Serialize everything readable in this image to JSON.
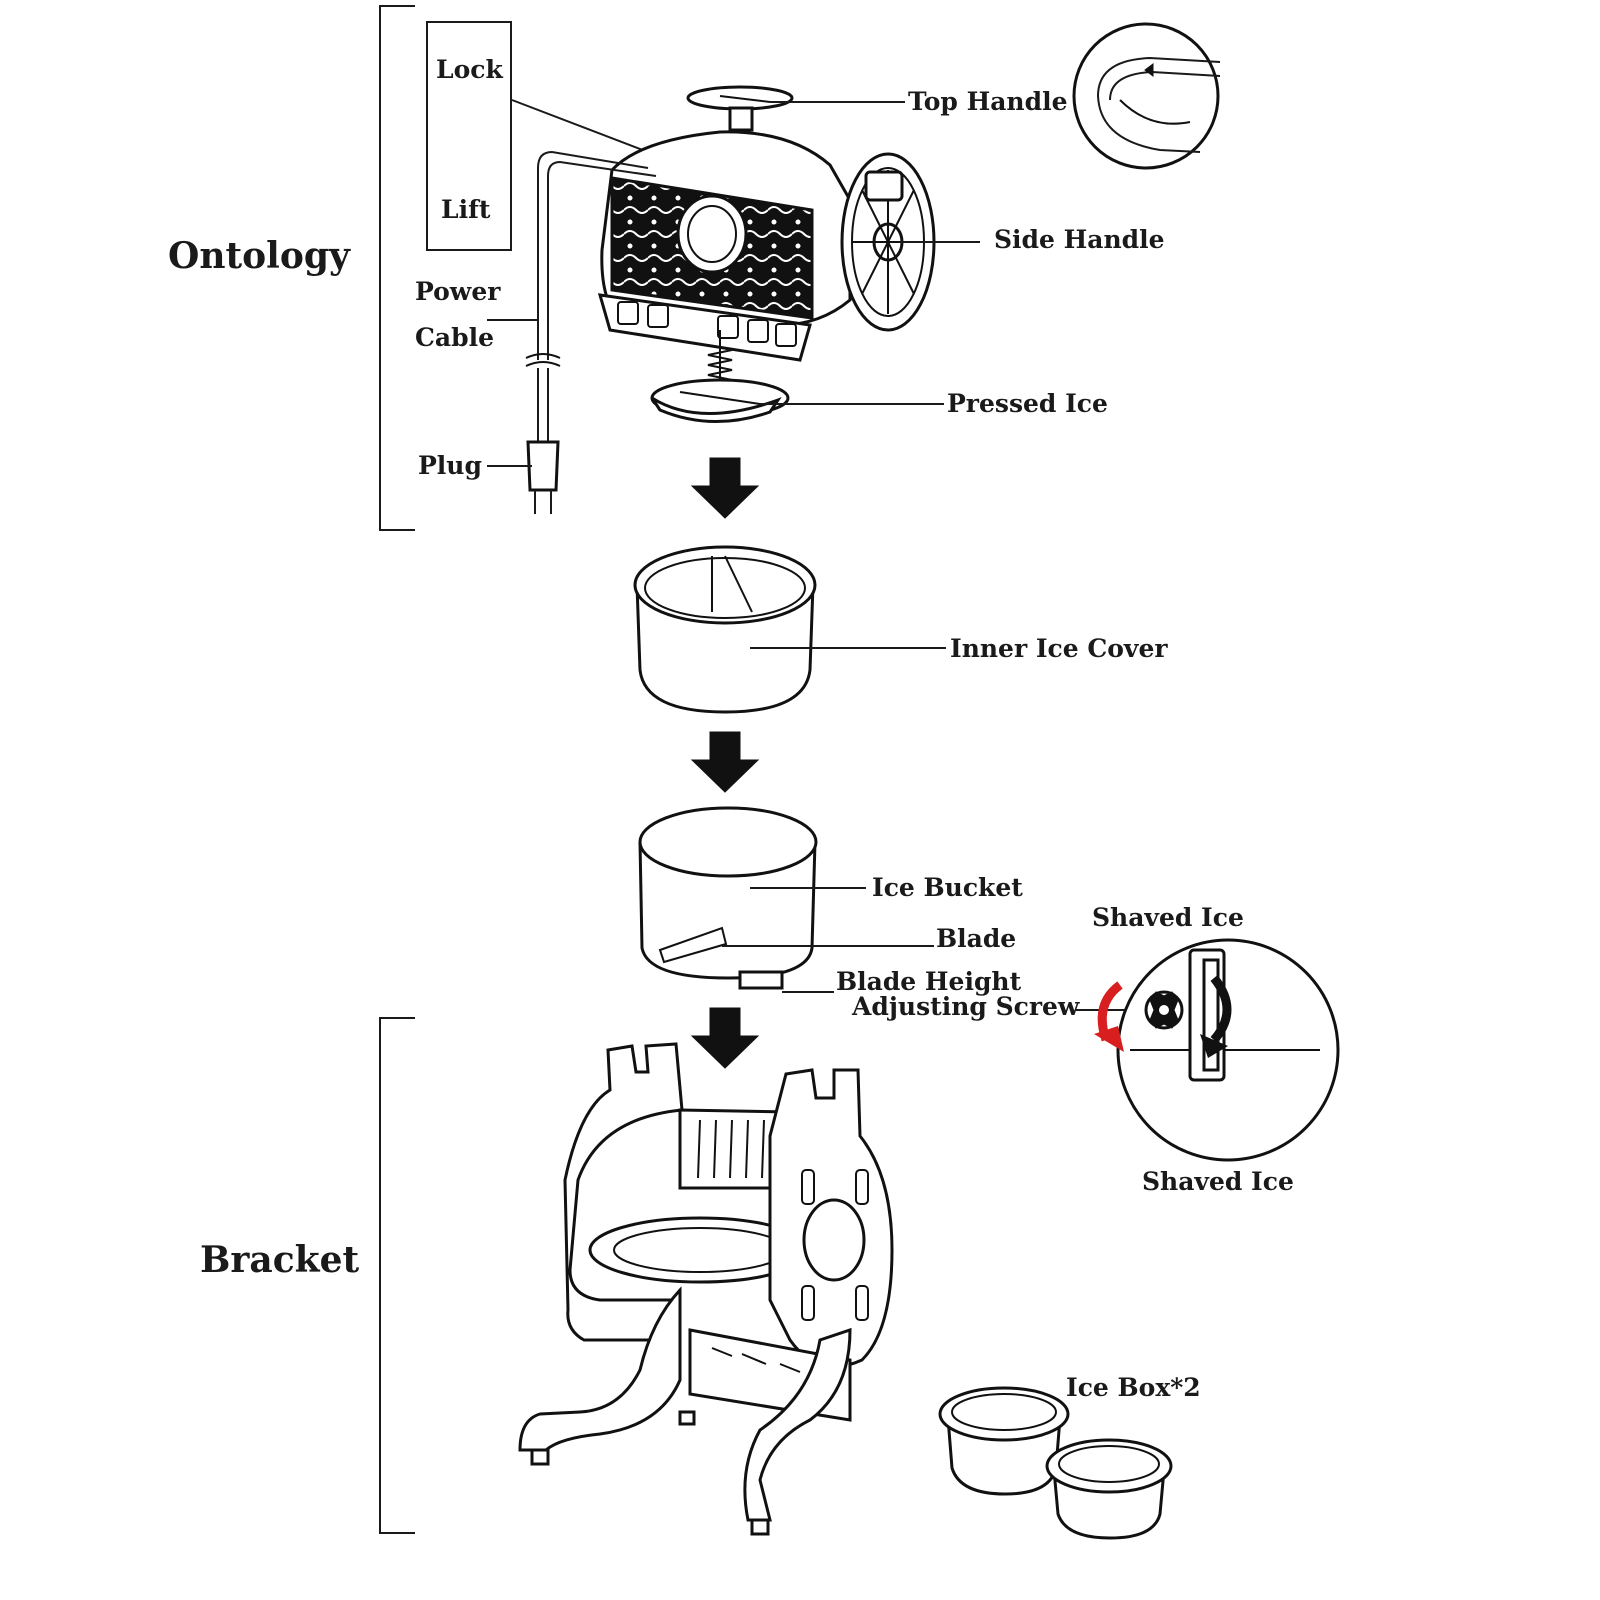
{
  "sections": {
    "ontology": "Ontology",
    "bracket": "Bracket"
  },
  "labels": {
    "lock": "Lock",
    "lift": "Lift",
    "top_handle": "Top Handle",
    "side_handle": "Side Handle",
    "power": "Power",
    "cable": "Cable",
    "pressed_ice": "Pressed Ice",
    "plug": "Plug",
    "inner_ice_cover": "Inner Ice Cover",
    "ice_bucket": "Ice Bucket",
    "blade": "Blade",
    "blade_height_1": "Blade Height",
    "blade_height_2": "Adjusting Screw",
    "shaved_ice_top": "Shaved Ice",
    "shaved_ice_bottom": "Shaved Ice",
    "ice_box": "Ice Box*2"
  },
  "colors": {
    "ink": "#111111",
    "accent": "#d81e1e"
  }
}
